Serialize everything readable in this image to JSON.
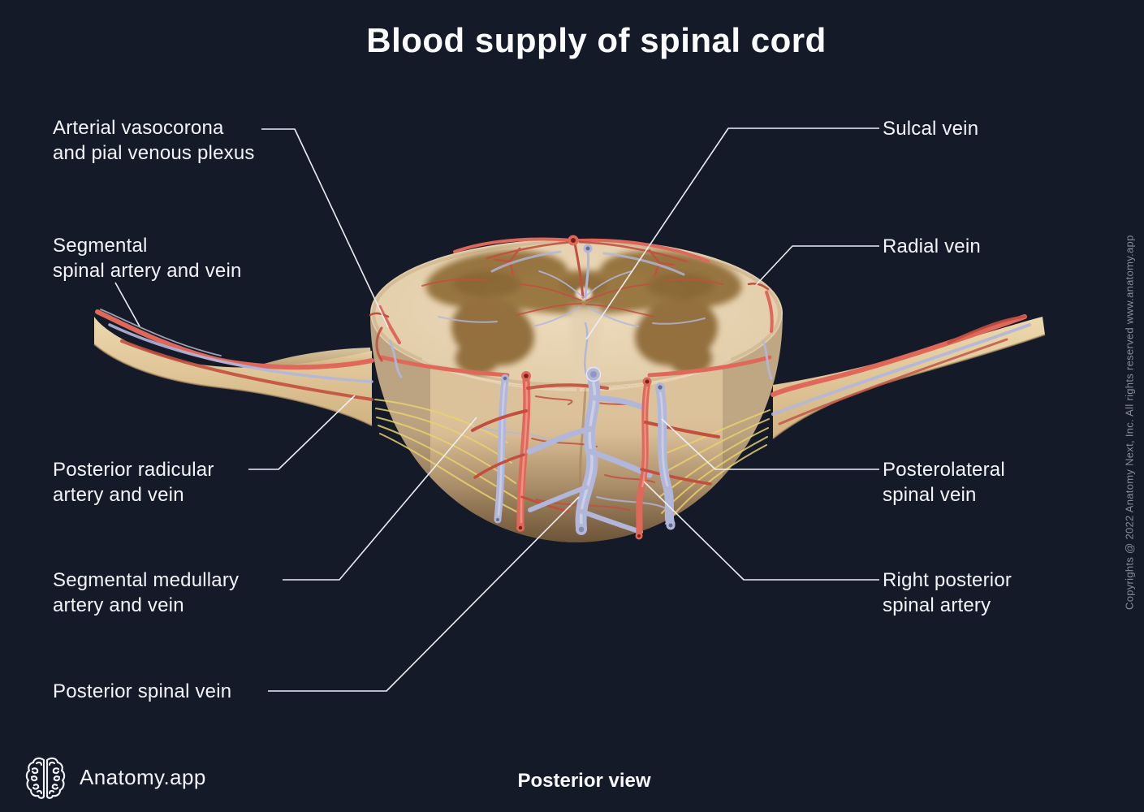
{
  "title": "Blood supply of spinal cord",
  "view_caption": "Posterior view",
  "brand": {
    "name": "Anatomy.app"
  },
  "copyright": "Copyrights @ 2022 Anatomy Next, Inc. All rights reserved www.anatomy.app",
  "labels": [
    {
      "id": "arterial-vasocorona",
      "side": "left",
      "text": "Arterial vasocorona\nand pial venous plexus"
    },
    {
      "id": "segmental-spinal",
      "side": "left",
      "text": "Segmental\nspinal artery and vein"
    },
    {
      "id": "posterior-radicular",
      "side": "left",
      "text": "Posterior radicular\nartery and vein"
    },
    {
      "id": "segmental-medullary",
      "side": "left",
      "text": "Segmental medullary\nartery and vein"
    },
    {
      "id": "posterior-spinal-vein",
      "side": "left",
      "text": "Posterior spinal vein"
    },
    {
      "id": "sulcal-vein",
      "side": "right",
      "text": "Sulcal vein"
    },
    {
      "id": "radial-vein",
      "side": "right",
      "text": "Radial vein"
    },
    {
      "id": "posterolateral-spinal-vein",
      "side": "right",
      "text": "Posterolateral\nspinal vein"
    },
    {
      "id": "right-posterior-spinal-artery",
      "side": "right",
      "text": "Right posterior\nspinal artery"
    }
  ],
  "colors": {
    "background": "#151a29",
    "text": "#f3f4f8",
    "leader_line": "#eceef4",
    "copyright_text": "#868b9e",
    "artery": "#df685a",
    "artery_dark": "#c24f3e",
    "vein": "#b1b7db",
    "vein_light": "#d7daee",
    "cord_light": "#e9d6b7",
    "cord_mid": "#d3b78f",
    "cord_dark": "#a8895f",
    "gray_matter": "#97743f",
    "nerve_root": "#e3cda1",
    "fiber_yellow": "#e8d26e"
  }
}
